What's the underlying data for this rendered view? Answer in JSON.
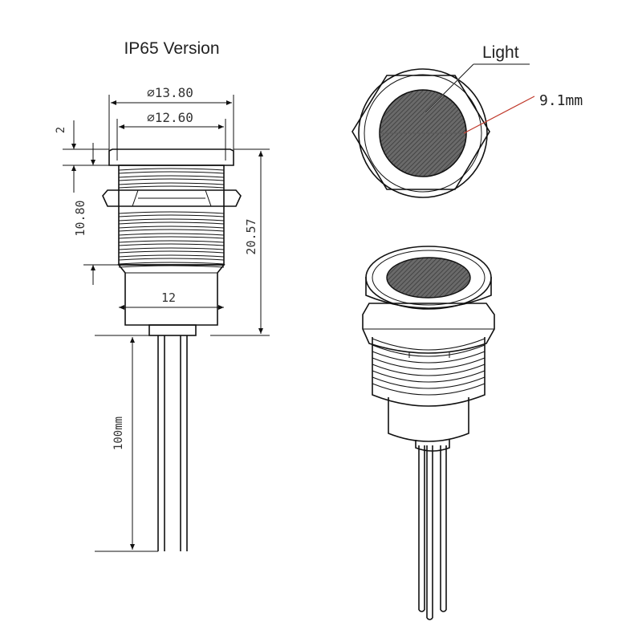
{
  "title": "IP65 Version",
  "dimensions": {
    "outer_diameter": "∅13.80",
    "inner_diameter": "∅12.60",
    "head_height": "2",
    "thread_length": "10.80",
    "total_height": "20.57",
    "body_width": "12",
    "lead_length": "100mm"
  },
  "callouts": {
    "light": "Light",
    "lens_diameter": "9.1mm"
  },
  "colors": {
    "line": "#111111",
    "callout_line": "#c0392b",
    "lens_fill": "#555555"
  }
}
